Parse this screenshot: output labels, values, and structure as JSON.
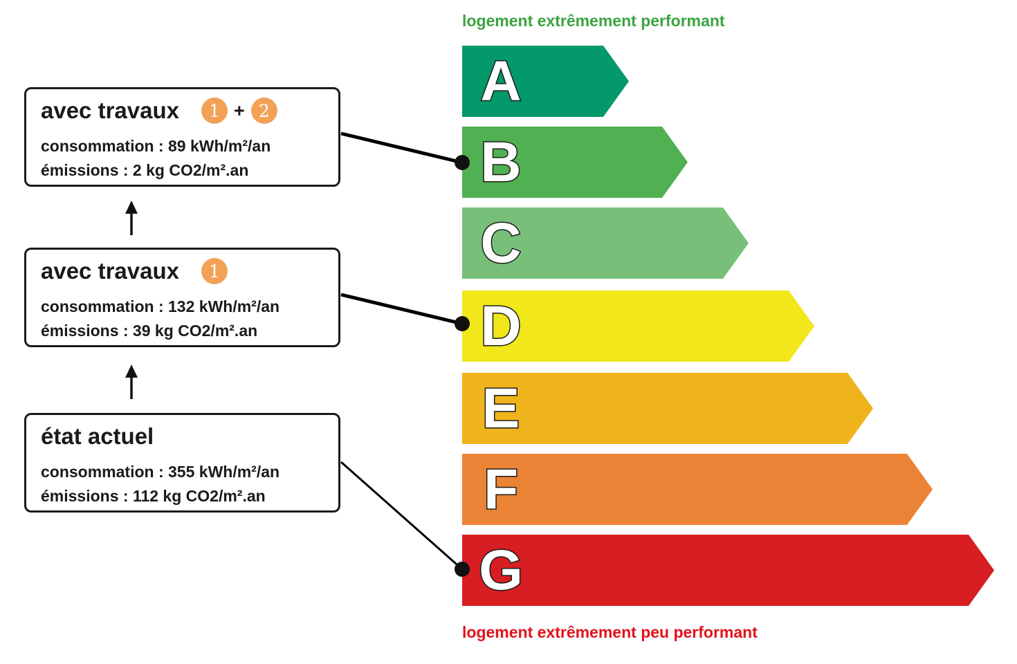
{
  "scale": {
    "top_label": "logement extrêmement performant",
    "bottom_label": "logement extrêmement peu performant",
    "top_label_color": "#3aa43f",
    "bottom_label_color": "#e3121b",
    "classes": [
      {
        "letter": "A",
        "color": "#03996b"
      },
      {
        "letter": "B",
        "color": "#51b052"
      },
      {
        "letter": "C",
        "color": "#78c07a"
      },
      {
        "letter": "D",
        "color": "#f1e71b"
      },
      {
        "letter": "E",
        "color": "#efb41c"
      },
      {
        "letter": "F",
        "color": "#eb8336"
      },
      {
        "letter": "G",
        "color": "#d71e22"
      }
    ]
  },
  "states": {
    "step2": {
      "title": "avec travaux",
      "badge_1": "1",
      "badge_separator": "+",
      "badge_2": "2",
      "consumption": "consommation : 89 kWh/m²/an",
      "emissions": "émissions : 2 kg CO2/m².an",
      "points_to": "B"
    },
    "step1": {
      "title": "avec travaux",
      "badge_1": "1",
      "consumption": "consommation : 132 kWh/m²/an",
      "emissions": "émissions : 39 kg CO2/m².an",
      "points_to": "D"
    },
    "current": {
      "title": "état actuel",
      "consumption": "consommation : 355 kWh/m²/an",
      "emissions": "émissions : 112 kg CO2/m².an",
      "points_to": "G"
    }
  },
  "colors": {
    "badge": "#f2a257",
    "outline": "#1a1a1a"
  }
}
